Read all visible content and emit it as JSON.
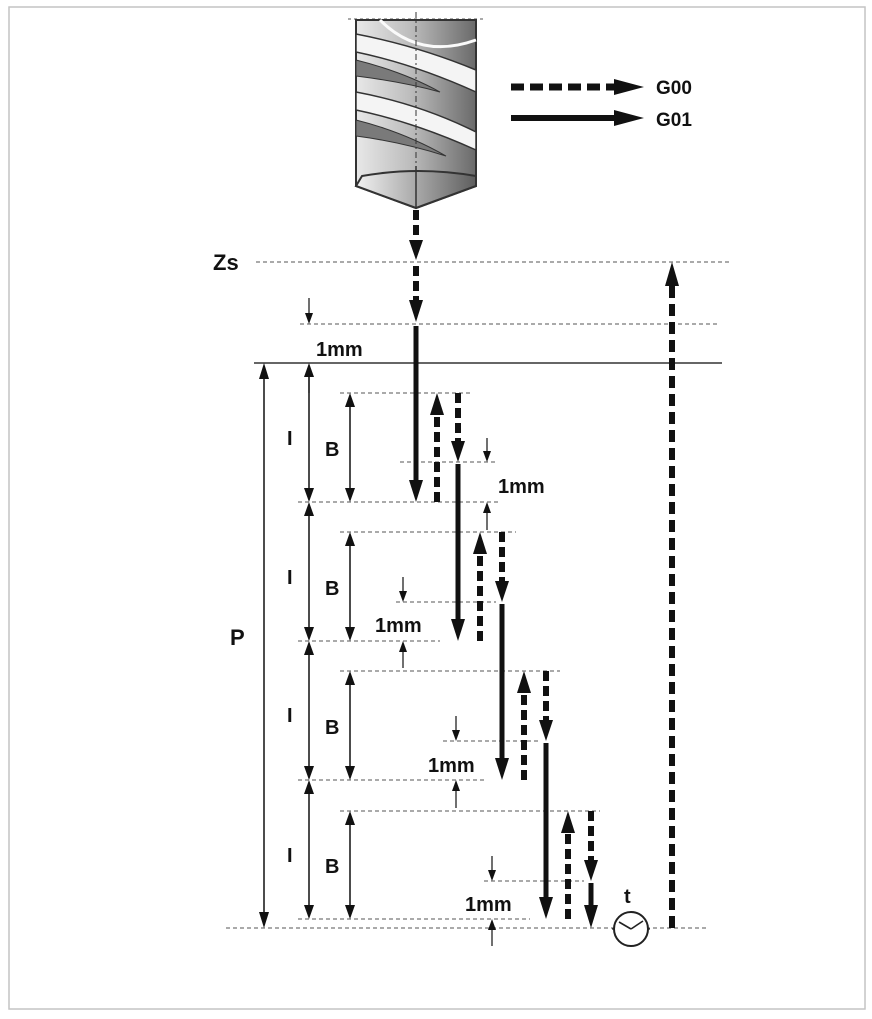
{
  "legend": {
    "rapid_label": "G00",
    "feed_label": "G01"
  },
  "labels": {
    "safety_plane": "Zs",
    "total_depth": "P",
    "dwell": "t",
    "approach": "1mm",
    "step_depth": "I",
    "return_distance": "B",
    "clearance": "1mm"
  },
  "colors": {
    "line": "#111111",
    "dashed_guide": "#555555",
    "frame": "#bdbdbd",
    "tool_light": "#f0f0f0",
    "tool_mid": "#b8b8b8",
    "tool_dark": "#6e6e6e"
  },
  "icons": [
    "drill-bit-icon",
    "clock-icon"
  ]
}
